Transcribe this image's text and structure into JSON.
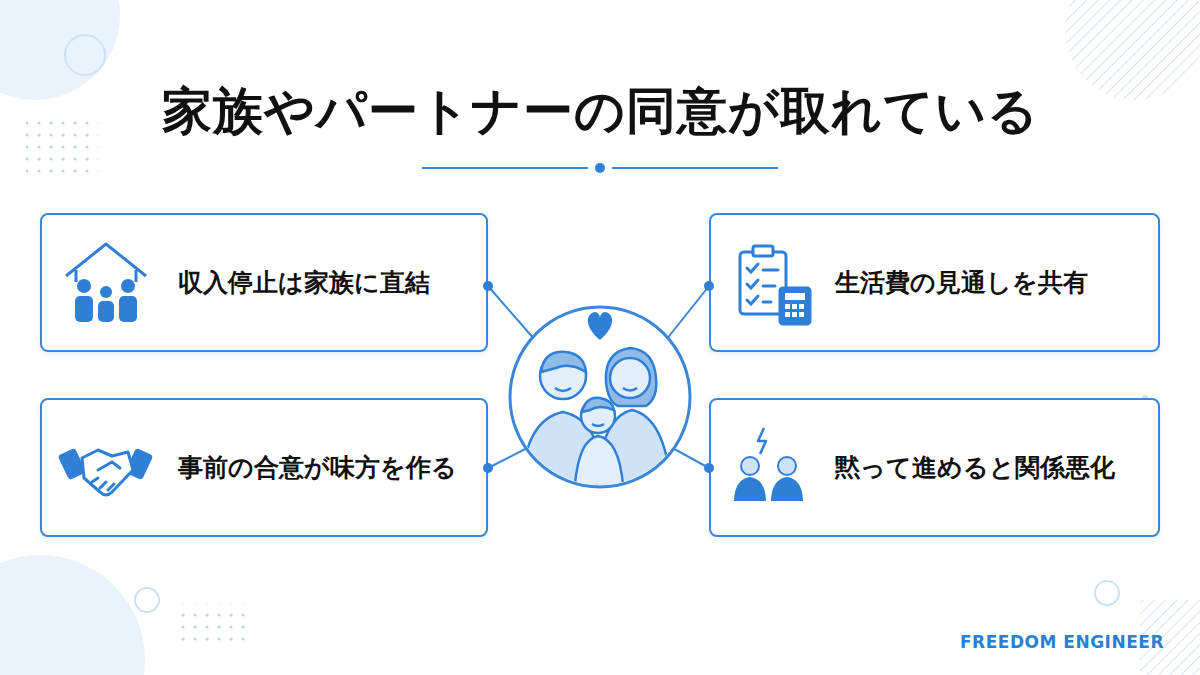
{
  "diagram": {
    "title": "家族やパートナーの同意が取れている",
    "nodes": [
      {
        "text": [
          "収入停止は家族に直結"
        ]
      },
      {
        "text": [
          "生活費の見通しを共有"
        ]
      },
      {
        "text": [
          "事前の合意が味方を作る"
        ]
      },
      {
        "text": [
          "黙って進めると関係悪化"
        ]
      }
    ],
    "labels": [
      "FREEDOM ENGINEER"
    ]
  }
}
